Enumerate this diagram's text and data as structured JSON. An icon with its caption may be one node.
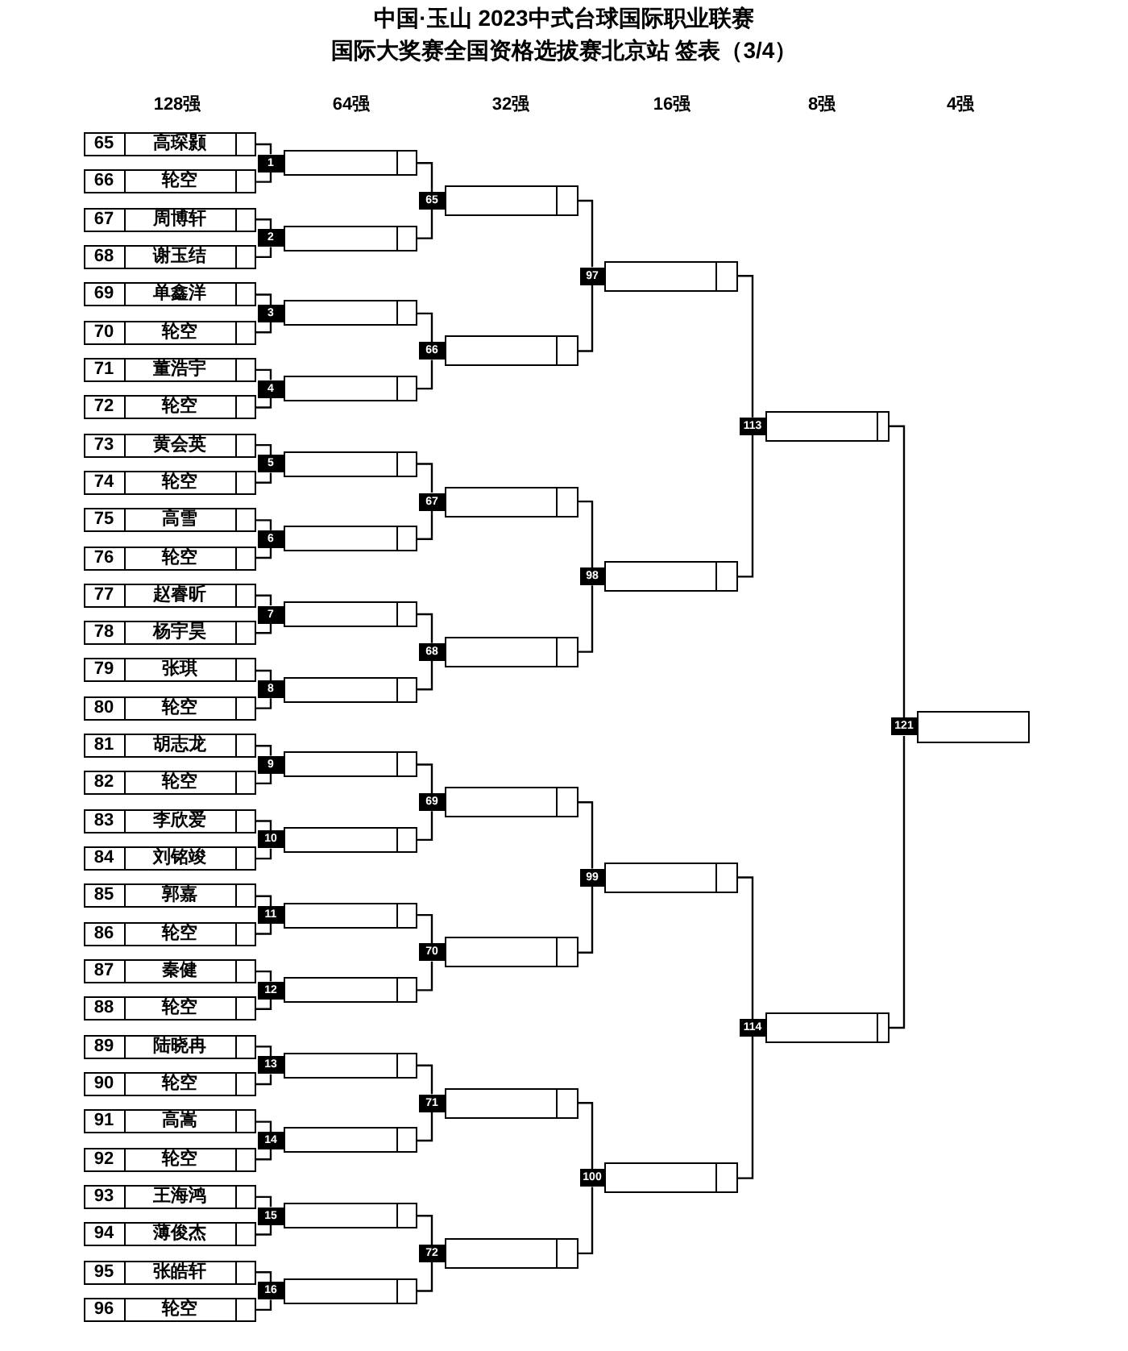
{
  "diagram": {
    "title": "中国·玉山 2023中式台球国际职业联赛",
    "nodes": [
      {
        "text": [
          "65",
          "高琛颢"
        ]
      },
      {
        "text": [
          "66",
          "轮空"
        ]
      },
      {
        "text": [
          "67",
          "周博轩"
        ]
      },
      {
        "text": [
          "68",
          "谢玉结"
        ]
      },
      {
        "text": [
          "69",
          "单鑫洋"
        ]
      },
      {
        "text": [
          "70",
          "轮空"
        ]
      },
      {
        "text": [
          "71",
          "董浩宇"
        ]
      },
      {
        "text": [
          "72",
          "轮空"
        ]
      },
      {
        "text": [
          "73",
          "黄会英"
        ]
      },
      {
        "text": [
          "74",
          "轮空"
        ]
      },
      {
        "text": [
          "75",
          "高雪"
        ]
      },
      {
        "text": [
          "76",
          "轮空"
        ]
      },
      {
        "text": [
          "77",
          "赵睿昕"
        ]
      },
      {
        "text": [
          "78",
          "杨宇昊"
        ]
      },
      {
        "text": [
          "79",
          "张琪"
        ]
      },
      {
        "text": [
          "80",
          "轮空"
        ]
      },
      {
        "text": [
          "81",
          "胡志龙"
        ]
      },
      {
        "text": [
          "82",
          "轮空"
        ]
      },
      {
        "text": [
          "83",
          "李欣爱"
        ]
      },
      {
        "text": [
          "84",
          "刘铭竣"
        ]
      },
      {
        "text": [
          "85",
          "郭嘉"
        ]
      },
      {
        "text": [
          "86",
          "轮空"
        ]
      },
      {
        "text": [
          "87",
          "秦健"
        ]
      },
      {
        "text": [
          "88",
          "轮空"
        ]
      },
      {
        "text": [
          "89",
          "陆晓冉"
        ]
      },
      {
        "text": [
          "90",
          "轮空"
        ]
      },
      {
        "text": [
          "91",
          "高嵩"
        ]
      },
      {
        "text": [
          "92",
          "轮空"
        ]
      },
      {
        "text": [
          "93",
          "王海鸿"
        ]
      },
      {
        "text": [
          "94",
          "薄俊杰"
        ]
      },
      {
        "text": [
          "95",
          "张皓轩"
        ]
      },
      {
        "text": [
          "96",
          "轮空"
        ]
      },
      {
        "text": [],
        "shape": "box",
        "beside": [
          "1"
        ]
      },
      {
        "text": [],
        "shape": "box",
        "beside": [
          "2"
        ]
      },
      {
        "text": [],
        "shape": "box",
        "beside": [
          "3"
        ]
      },
      {
        "text": [],
        "shape": "box",
        "beside": [
          "4"
        ]
      },
      {
        "text": [],
        "shape": "box",
        "beside": [
          "5"
        ]
      },
      {
        "text": [],
        "shape": "box",
        "beside": [
          "6"
        ]
      },
      {
        "text": [],
        "shape": "box",
        "beside": [
          "7"
        ]
      },
      {
        "text": [],
        "shape": "box",
        "beside": [
          "8"
        ]
      },
      {
        "text": [],
        "shape": "box",
        "beside": [
          "9"
        ]
      },
      {
        "text": [],
        "shape": "box",
        "beside": [
          "10"
        ]
      },
      {
        "text": [],
        "shape": "box",
        "beside": [
          "11"
        ]
      },
      {
        "text": [],
        "shape": "box",
        "beside": [
          "12"
        ]
      },
      {
        "text": [],
        "shape": "box",
        "beside": [
          "13"
        ]
      },
      {
        "text": [],
        "shape": "box",
        "beside": [
          "14"
        ]
      },
      {
        "text": [],
        "shape": "box",
        "beside": [
          "15"
        ]
      },
      {
        "text": [],
        "shape": "box",
        "beside": [
          "16"
        ]
      },
      {
        "text": [],
        "shape": "box",
        "beside": [
          "65"
        ]
      },
      {
        "text": [],
        "shape": "box",
        "beside": [
          "66"
        ]
      },
      {
        "text": [],
        "shape": "box",
        "beside": [
          "67"
        ]
      },
      {
        "text": [],
        "shape": "box",
        "beside": [
          "68"
        ]
      },
      {
        "text": [],
        "shape": "box",
        "beside": [
          "69"
        ]
      },
      {
        "text": [],
        "shape": "box",
        "beside": [
          "70"
        ]
      },
      {
        "text": [],
        "shape": "box",
        "beside": [
          "71"
        ]
      },
      {
        "text": [],
        "shape": "box",
        "beside": [
          "72"
        ]
      },
      {
        "text": [],
        "shape": "box",
        "beside": [
          "97"
        ]
      },
      {
        "text": [],
        "shape": "box",
        "beside": [
          "98"
        ]
      },
      {
        "text": [],
        "shape": "box",
        "beside": [
          "99"
        ]
      },
      {
        "text": [],
        "shape": "box",
        "beside": [
          "100"
        ]
      },
      {
        "text": [],
        "shape": "box",
        "beside": [
          "113"
        ]
      },
      {
        "text": [],
        "shape": "box",
        "beside": [
          "114"
        ]
      },
      {
        "text": [],
        "shape": "box",
        "beside": [
          "121"
        ]
      }
    ],
    "edges": [
      {
        "from": 0,
        "to": 32,
        "arrow": "none"
      },
      {
        "from": 1,
        "to": 32,
        "arrow": "none"
      },
      {
        "from": 2,
        "to": 33,
        "arrow": "none"
      },
      {
        "from": 3,
        "to": 33,
        "arrow": "none"
      },
      {
        "from": 4,
        "to": 34,
        "arrow": "none"
      },
      {
        "from": 5,
        "to": 34,
        "arrow": "none"
      },
      {
        "from": 6,
        "to": 35,
        "arrow": "none"
      },
      {
        "from": 7,
        "to": 35,
        "arrow": "none"
      },
      {
        "from": 8,
        "to": 36,
        "arrow": "none"
      },
      {
        "from": 9,
        "to": 36,
        "arrow": "none"
      },
      {
        "from": 10,
        "to": 37,
        "arrow": "none"
      },
      {
        "from": 11,
        "to": 37,
        "arrow": "none"
      },
      {
        "from": 12,
        "to": 38,
        "arrow": "none"
      },
      {
        "from": 13,
        "to": 38,
        "arrow": "none"
      },
      {
        "from": 14,
        "to": 39,
        "arrow": "none"
      },
      {
        "from": 15,
        "to": 39,
        "arrow": "none"
      },
      {
        "from": 16,
        "to": 40,
        "arrow": "none"
      },
      {
        "from": 17,
        "to": 40,
        "arrow": "none"
      },
      {
        "from": 18,
        "to": 41,
        "arrow": "none"
      },
      {
        "from": 19,
        "to": 41,
        "arrow": "none"
      },
      {
        "from": 20,
        "to": 42,
        "arrow": "none"
      },
      {
        "from": 21,
        "to": 42,
        "arrow": "none"
      },
      {
        "from": 22,
        "to": 43,
        "arrow": "none"
      },
      {
        "from": 23,
        "to": 43,
        "arrow": "none"
      },
      {
        "from": 24,
        "to": 44,
        "arrow": "none"
      },
      {
        "from": 25,
        "to": 44,
        "arrow": "none"
      },
      {
        "from": 26,
        "to": 45,
        "arrow": "none"
      },
      {
        "from": 27,
        "to": 45,
        "arrow": "none"
      },
      {
        "from": 28,
        "to": 46,
        "arrow": "none"
      },
      {
        "from": 29,
        "to": 46,
        "arrow": "none"
      },
      {
        "from": 30,
        "to": 47,
        "arrow": "none"
      },
      {
        "from": 31,
        "to": 47,
        "arrow": "none"
      },
      {
        "from": 32,
        "to": 48,
        "arrow": "none"
      },
      {
        "from": 33,
        "to": 48,
        "arrow": "none"
      },
      {
        "from": 34,
        "to": 49,
        "arrow": "none"
      },
      {
        "from": 35,
        "to": 49,
        "arrow": "none"
      },
      {
        "from": 36,
        "to": 50,
        "arrow": "none"
      },
      {
        "from": 37,
        "to": 50,
        "arrow": "none"
      },
      {
        "from": 38,
        "to": 51,
        "arrow": "none"
      },
      {
        "from": 39,
        "to": 51,
        "arrow": "none"
      },
      {
        "from": 40,
        "to": 52,
        "arrow": "none"
      },
      {
        "from": 41,
        "to": 52,
        "arrow": "none"
      },
      {
        "from": 42,
        "to": 53,
        "arrow": "none"
      },
      {
        "from": 43,
        "to": 53,
        "arrow": "none"
      },
      {
        "from": 44,
        "to": 54,
        "arrow": "none"
      },
      {
        "from": 45,
        "to": 54,
        "arrow": "none"
      },
      {
        "from": 46,
        "to": 55,
        "arrow": "none"
      },
      {
        "from": 47,
        "to": 55,
        "arrow": "none"
      },
      {
        "from": 48,
        "to": 56,
        "arrow": "none"
      },
      {
        "from": 49,
        "to": 56,
        "arrow": "none"
      },
      {
        "from": 50,
        "to": 57,
        "arrow": "none"
      },
      {
        "from": 51,
        "to": 57,
        "arrow": "none"
      },
      {
        "from": 52,
        "to": 58,
        "arrow": "none"
      },
      {
        "from": 53,
        "to": 58,
        "arrow": "none"
      },
      {
        "from": 54,
        "to": 59,
        "arrow": "none"
      },
      {
        "from": 55,
        "to": 59,
        "arrow": "none"
      },
      {
        "from": 56,
        "to": 60,
        "arrow": "none"
      },
      {
        "from": 57,
        "to": 60,
        "arrow": "none"
      },
      {
        "from": 58,
        "to": 61,
        "arrow": "none"
      },
      {
        "from": 59,
        "to": 61,
        "arrow": "none"
      },
      {
        "from": 60,
        "to": 62,
        "arrow": "none"
      },
      {
        "from": 61,
        "to": 62,
        "arrow": "none"
      }
    ],
    "labels": [
      "国际大奖赛全国资格选拔赛北京站 签表（3/4）",
      "128强",
      "64强",
      "32强",
      "16强",
      "8强",
      "4强"
    ]
  }
}
